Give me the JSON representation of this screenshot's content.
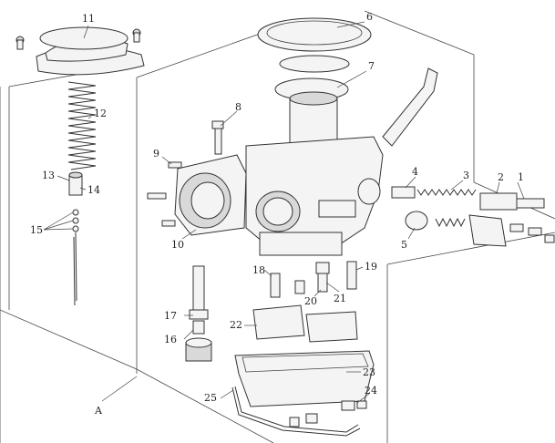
{
  "labels": {
    "n1": "1",
    "n2": "2",
    "n3": "3",
    "n4": "4",
    "n5": "5",
    "n6": "6",
    "n7": "7",
    "n8": "8",
    "n9": "9",
    "n10": "10",
    "n11": "11",
    "n12": "12",
    "n13": "13",
    "n14": "14",
    "n15": "15",
    "n16": "16",
    "n17": "17",
    "n18": "18",
    "n19": "19",
    "n20": "20",
    "n21": "21",
    "n22": "22",
    "n23": "23",
    "n24": "24",
    "n25": "25",
    "view_a": "A"
  }
}
